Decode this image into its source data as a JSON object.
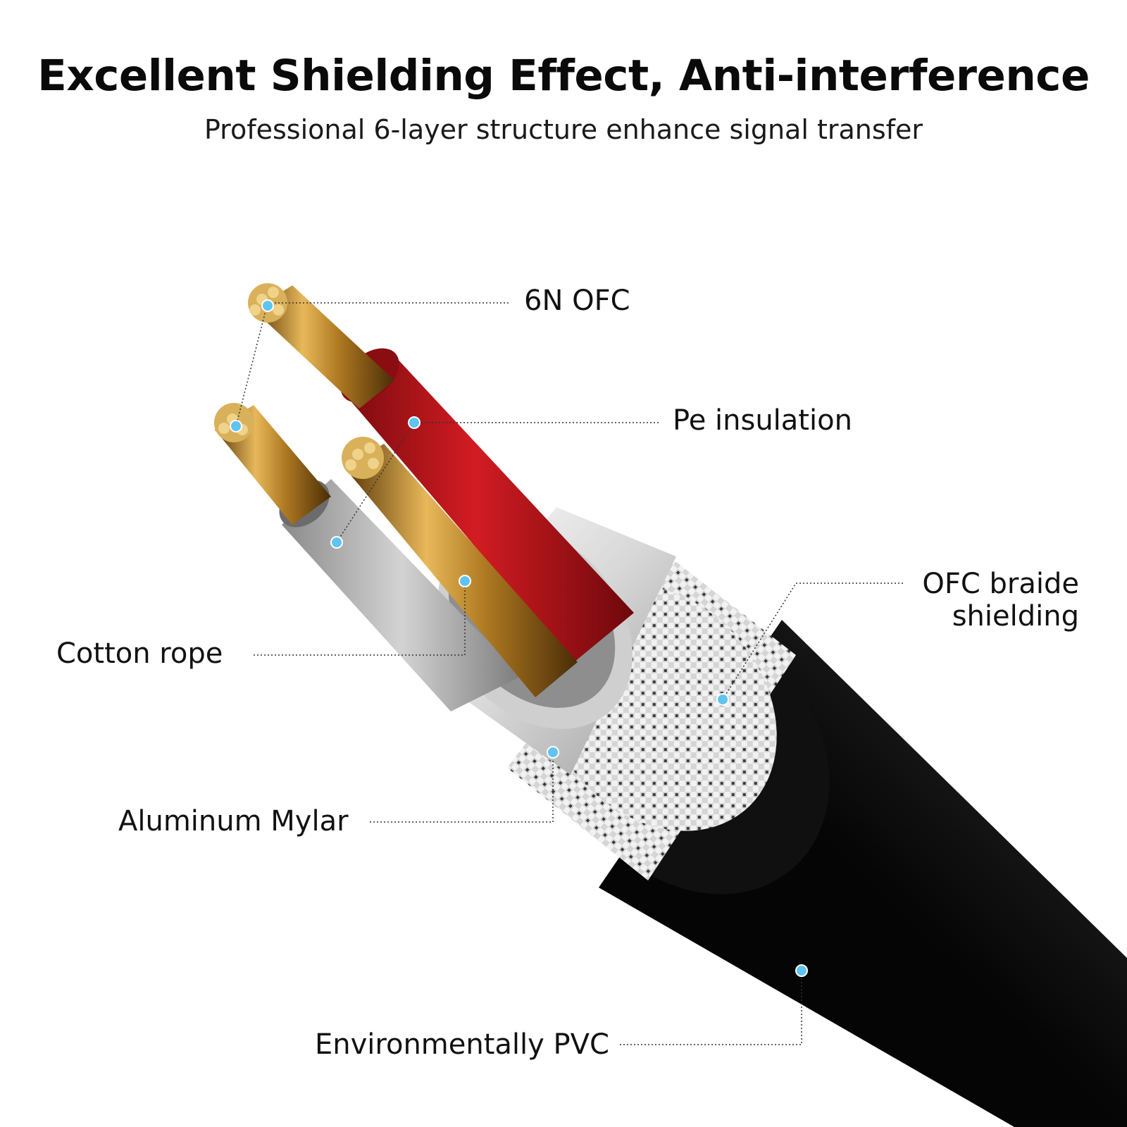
{
  "header": {
    "title": "Excellent Shielding Effect, Anti-interference",
    "subtitle": "Professional 6-layer structure enhance signal transfer"
  },
  "labels": {
    "ofc": "6N OFC",
    "pe": "Pe insulation",
    "braid_line1": "OFC braide",
    "braid_line2": "shielding",
    "cotton": "Cotton rope",
    "mylar": "Aluminum Mylar",
    "pvc": "Environmentally PVC"
  },
  "colors": {
    "jacket": "#1b1b1b",
    "braid": "#c9c9c9",
    "foil": "#e6e6e6",
    "red_insulation": "#b0141a",
    "grey_insulation": "#a7a7a7",
    "copper": "#c8912e",
    "marker": "#5fc4f0"
  }
}
